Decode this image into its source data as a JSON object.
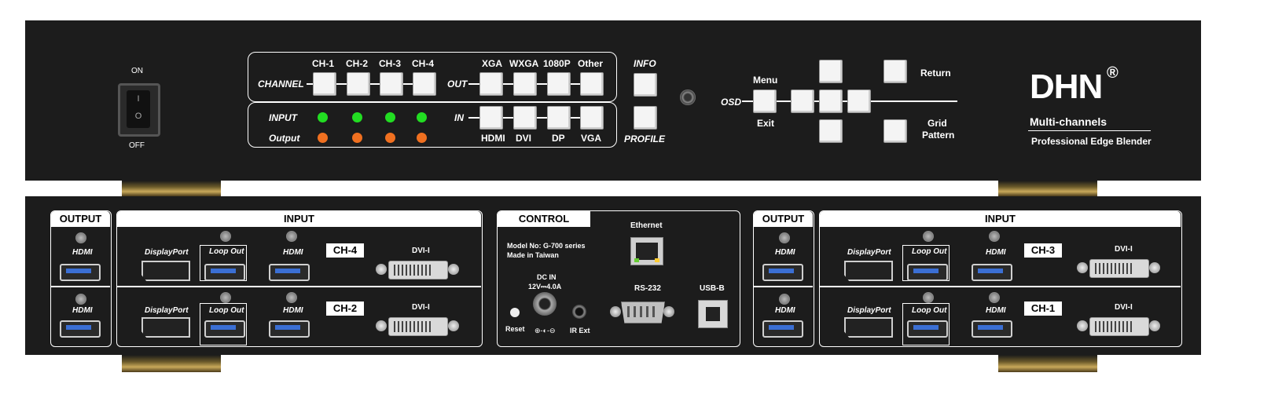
{
  "front": {
    "power": {
      "on": "ON",
      "off": "OFF"
    },
    "channel_label": "CHANNEL",
    "channels": [
      "CH-1",
      "CH-2",
      "CH-3",
      "CH-4"
    ],
    "input_label": "INPUT",
    "output_label": "Output",
    "out_label": "OUT",
    "out_modes": [
      "XGA",
      "WXGA",
      "1080P",
      "Other"
    ],
    "in_label": "IN",
    "in_modes": [
      "HDMI",
      "DVI",
      "DP",
      "VGA"
    ],
    "info": "INFO",
    "profile": "PROFILE",
    "osd": "OSD",
    "menu": "Menu",
    "exit": "Exit",
    "return": "Return",
    "grid": "Grid",
    "pattern": "Pattern",
    "brand": "DHN",
    "reg": "®",
    "tagline1": "Multi-channels",
    "tagline2": "Professional Edge Blender",
    "colors": {
      "panel": "#1c1c1c",
      "led_green": "#22dd22",
      "led_orange": "#f07020"
    }
  },
  "rear": {
    "output_head": "OUTPUT",
    "input_head": "INPUT",
    "control_head": "CONTROL",
    "hdmi": "HDMI",
    "displayport": "DisplayPort",
    "loop_out": "Loop Out",
    "dvi": "DVI-I",
    "ch_left_top": "CH-4",
    "ch_left_bottom": "CH-2",
    "ch_right_top": "CH-3",
    "ch_right_bottom": "CH-1",
    "ethernet": "Ethernet",
    "model": "Model No: G-700 series",
    "made": "Made in Taiwan",
    "dcin": "DC IN",
    "power_rating": "12V⎓4.0A",
    "rs232": "RS-232",
    "usbb": "USB-B",
    "reset": "Reset",
    "irext": "IR Ext"
  }
}
